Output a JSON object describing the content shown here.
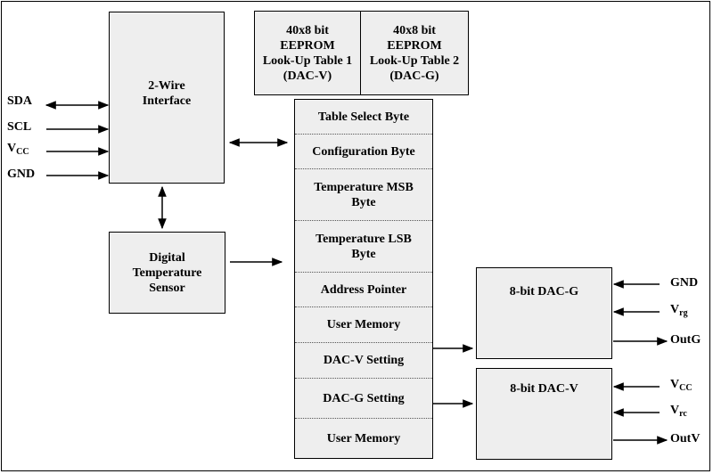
{
  "blocks": {
    "two_wire": "2-Wire\nInterface",
    "temp_sensor": "Digital\nTemperature\nSensor",
    "lut1": "40x8 bit\nEEPROM\nLook-Up Table 1\n(DAC-V)",
    "lut2": "40x8 bit\nEEPROM\nLook-Up Table 2\n(DAC-G)",
    "dac_g": "8-bit DAC-G",
    "dac_v": "8-bit DAC-V"
  },
  "registers": [
    "Table Select Byte",
    "Configuration Byte",
    "Temperature MSB\nByte",
    "Temperature LSB\nByte",
    "Address Pointer",
    "User Memory",
    "DAC-V Setting",
    "DAC-G Setting",
    "User Memory"
  ],
  "pins_left": {
    "sda": "SDA",
    "scl": "SCL",
    "vcc_main": "V",
    "vcc_sub": "CC",
    "gnd": "GND"
  },
  "pins_dac_g": {
    "gnd": "GND",
    "vrg_main": "V",
    "vrg_sub": "rg",
    "out": "OutG"
  },
  "pins_dac_v": {
    "vcc_main": "V",
    "vcc_sub": "CC",
    "vrc_main": "V",
    "vrc_sub": "rc",
    "out": "OutV"
  }
}
